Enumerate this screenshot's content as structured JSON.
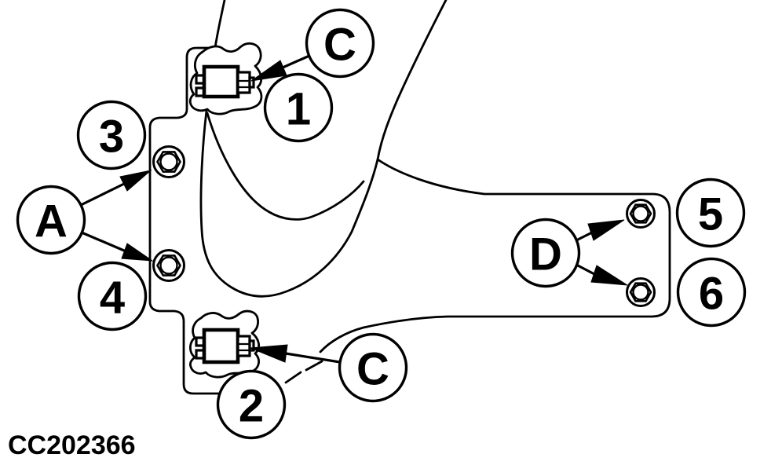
{
  "figure": {
    "caption": "CC202366"
  },
  "colors": {
    "line": "#000000",
    "background": "#ffffff"
  },
  "callouts": [
    {
      "id": "callout-c-upper",
      "label": "C",
      "points_to": "upper-mounting-bolt"
    },
    {
      "id": "callout-1",
      "label": "1",
      "points_to": "upper-mounting-bolt"
    },
    {
      "id": "callout-3",
      "label": "3",
      "points_to": "upper-left-hex-nut"
    },
    {
      "id": "callout-a",
      "label": "A",
      "points_to": "left-hex-nuts"
    },
    {
      "id": "callout-4",
      "label": "4",
      "points_to": "lower-left-hex-nut"
    },
    {
      "id": "callout-2",
      "label": "2",
      "points_to": "lower-mounting-bolt"
    },
    {
      "id": "callout-c-lower",
      "label": "C",
      "points_to": "lower-mounting-bolt"
    },
    {
      "id": "callout-d",
      "label": "D",
      "points_to": "right-hex-nuts"
    },
    {
      "id": "callout-5",
      "label": "5",
      "points_to": "upper-right-hex-nut"
    },
    {
      "id": "callout-6",
      "label": "6",
      "points_to": "lower-right-hex-nut"
    }
  ],
  "parts": [
    {
      "name": "mounting-plate"
    },
    {
      "name": "bracket-arm"
    },
    {
      "name": "housing-bell"
    },
    {
      "name": "upper-mounting-bolt"
    },
    {
      "name": "lower-mounting-bolt"
    },
    {
      "name": "upper-left-hex-nut"
    },
    {
      "name": "lower-left-hex-nut"
    },
    {
      "name": "upper-right-hex-nut"
    },
    {
      "name": "lower-right-hex-nut"
    }
  ]
}
